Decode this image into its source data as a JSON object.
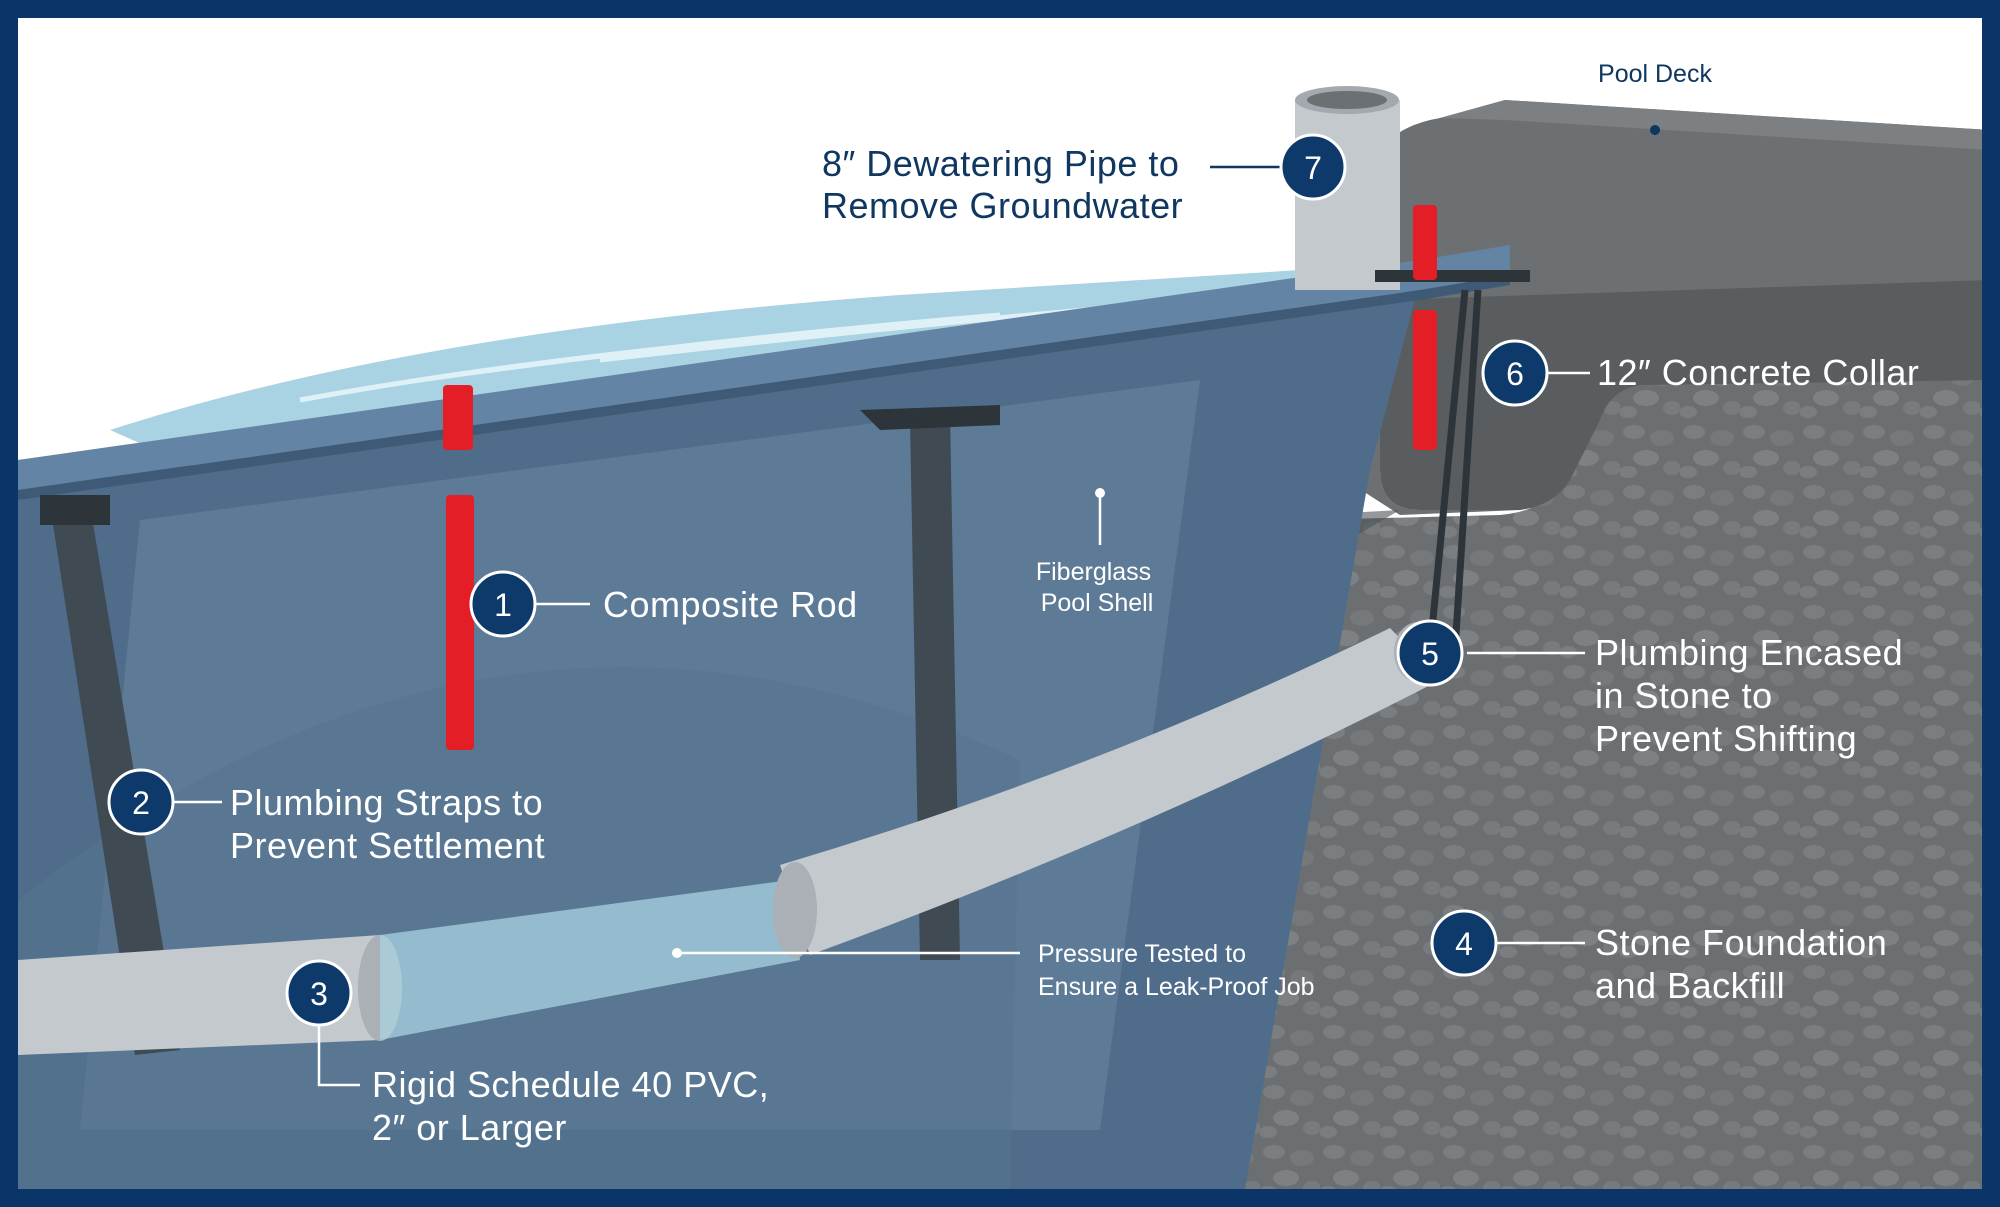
{
  "colors": {
    "frame": "#0b3568",
    "badge": "#0e3a6b",
    "dark_label": "#0f3760",
    "light_label": "#ffffff",
    "rod": "#e41e26",
    "pipe": "#c4c9ce",
    "strap": "#3f4a53",
    "shell": "#4f6d8b",
    "deck": "#6c7073",
    "gravel": "#6b6f72",
    "water": "#a9d3e2"
  },
  "callouts": [
    {
      "number": "1",
      "lines": [
        "Composite Rod"
      ]
    },
    {
      "number": "2",
      "lines": [
        "Plumbing Straps to",
        "Prevent Settlement"
      ]
    },
    {
      "number": "3",
      "lines": [
        "Rigid Schedule 40 PVC,",
        "2″ or Larger"
      ]
    },
    {
      "number": "4",
      "lines": [
        "Stone Foundation",
        "and Backfill"
      ]
    },
    {
      "number": "5",
      "lines": [
        "Plumbing Encased",
        "in Stone to",
        "Prevent Shifting"
      ]
    },
    {
      "number": "6",
      "lines": [
        "12″ Concrete Collar"
      ]
    },
    {
      "number": "7",
      "lines": [
        "8″ Dewatering Pipe to",
        "Remove Groundwater"
      ]
    }
  ],
  "notes": [
    {
      "id": "pool-deck",
      "lines": [
        "Pool Deck"
      ]
    },
    {
      "id": "fiberglass-shell",
      "lines": [
        "Fiberglass",
        "Pool Shell"
      ]
    },
    {
      "id": "pressure-tested",
      "lines": [
        "Pressure Tested to",
        "Ensure a Leak-Proof Job"
      ]
    }
  ]
}
